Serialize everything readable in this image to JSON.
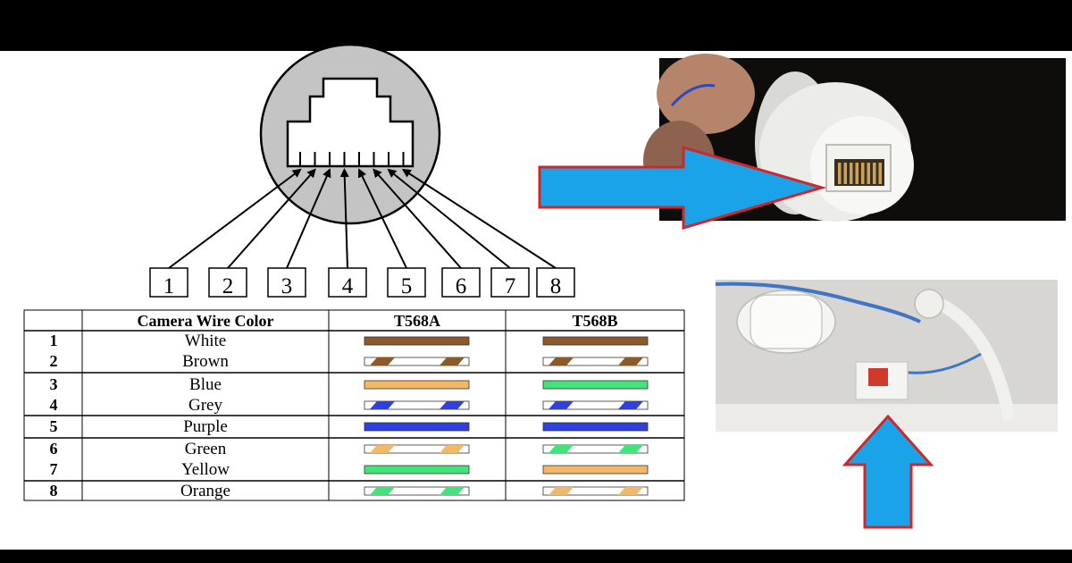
{
  "pins": [
    "1",
    "2",
    "3",
    "4",
    "5",
    "6",
    "7",
    "8"
  ],
  "table": {
    "headers": [
      "",
      "Camera Wire Color",
      "T568A",
      "T568B"
    ],
    "rows": [
      {
        "pin": "1",
        "color": "White",
        "a": {
          "base": "#8a5a2b",
          "stripe": false
        },
        "b": {
          "base": "#8a5a2b",
          "stripe": false
        }
      },
      {
        "pin": "2",
        "color": "Brown",
        "a": {
          "base": "#8a5a2b",
          "stripe": true
        },
        "b": {
          "base": "#8a5a2b",
          "stripe": true
        }
      },
      {
        "pin": "3",
        "color": "Blue",
        "a": {
          "base": "#f2b868",
          "stripe": false
        },
        "b": {
          "base": "#44e27a",
          "stripe": false
        }
      },
      {
        "pin": "4",
        "color": "Grey",
        "a": {
          "base": "#2f3fe0",
          "stripe": true
        },
        "b": {
          "base": "#2f3fe0",
          "stripe": true
        }
      },
      {
        "pin": "5",
        "color": "Purple",
        "a": {
          "base": "#2f3fe0",
          "stripe": false
        },
        "b": {
          "base": "#2f3fe0",
          "stripe": false
        }
      },
      {
        "pin": "6",
        "color": "Green",
        "a": {
          "base": "#f2b868",
          "stripe": true
        },
        "b": {
          "base": "#44e27a",
          "stripe": true
        }
      },
      {
        "pin": "7",
        "color": "Yellow",
        "a": {
          "base": "#44e27a",
          "stripe": false
        },
        "b": {
          "base": "#f2b868",
          "stripe": false
        }
      },
      {
        "pin": "8",
        "color": "Orange",
        "a": {
          "base": "#44e27a",
          "stripe": true
        },
        "b": {
          "base": "#f2b868",
          "stripe": true
        }
      }
    ]
  },
  "colors": {
    "arrow_fill": "#1aa3e8",
    "arrow_outline": "#d0282a",
    "connector_circle": "#c4c4c4"
  },
  "icons": [
    "rj45-connector-icon",
    "arrow-right-icon",
    "arrow-up-icon"
  ]
}
